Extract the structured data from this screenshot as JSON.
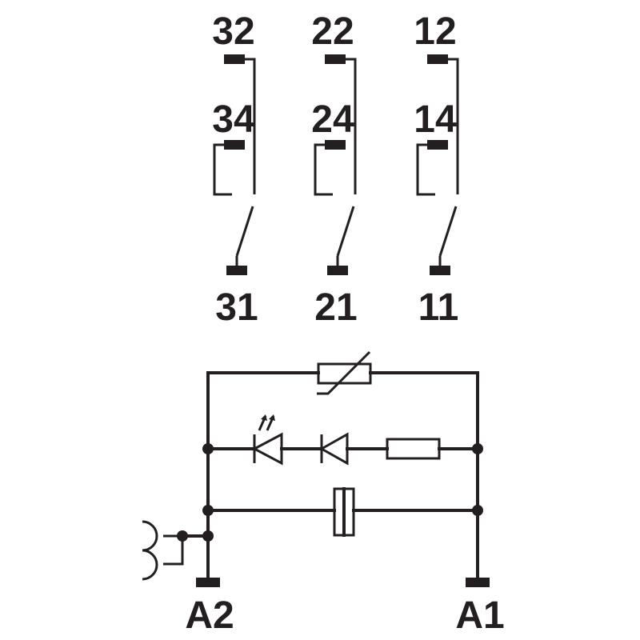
{
  "contacts": [
    {
      "nc_label": "32",
      "no_label": "34",
      "common_label": "31"
    },
    {
      "nc_label": "22",
      "no_label": "24",
      "common_label": "21"
    },
    {
      "nc_label": "12",
      "no_label": "14",
      "common_label": "11"
    }
  ],
  "coil_terminals": {
    "left": "A2",
    "right": "A1"
  },
  "colors": {
    "ink": "#231f20",
    "background": "#ffffff"
  }
}
